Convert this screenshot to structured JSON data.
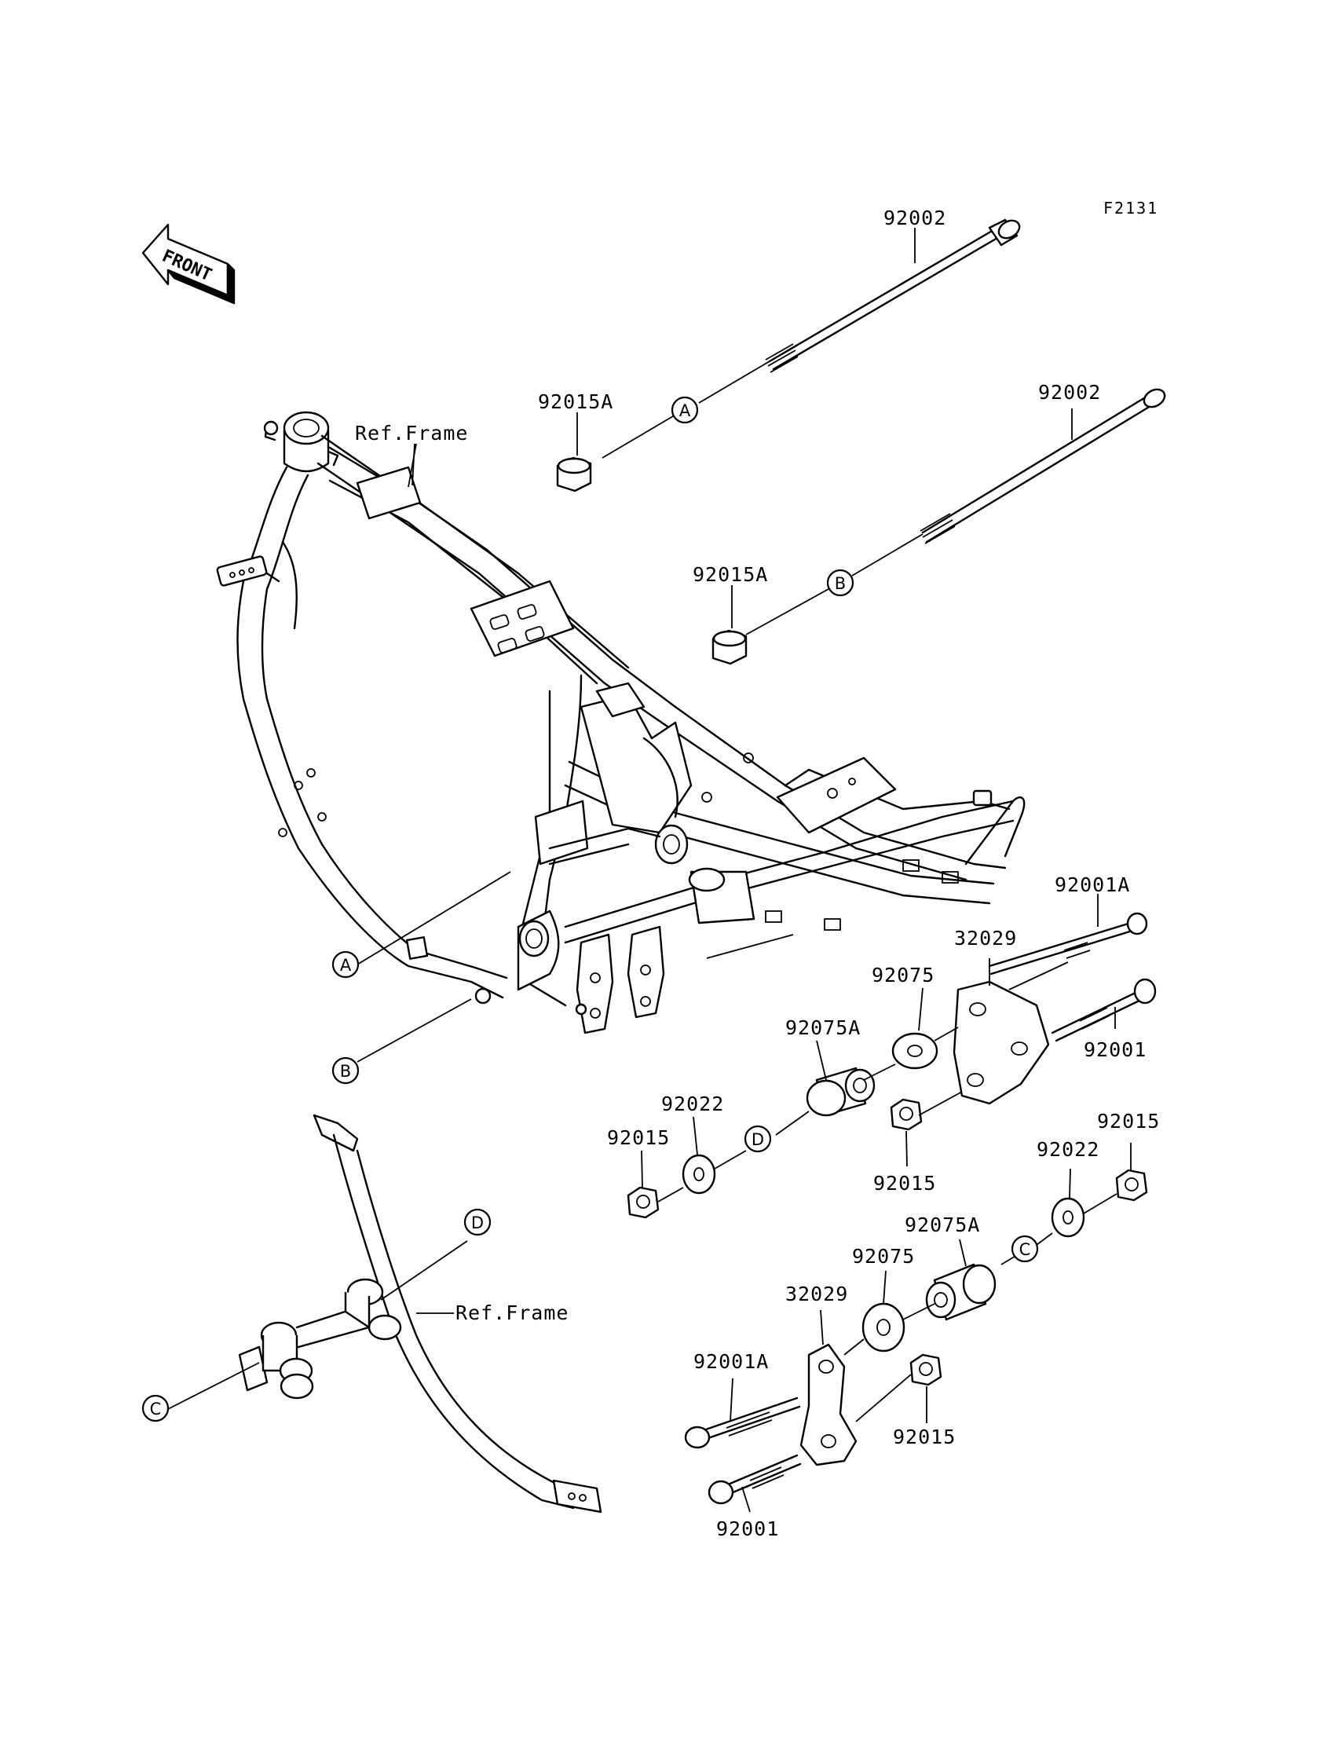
{
  "figure_code": "F2131",
  "front_label": "FRONT",
  "ref_frame_top": "Ref.Frame",
  "ref_frame_bottom": "Ref.Frame",
  "callouts": {
    "A": "A",
    "B": "B",
    "C": "C",
    "D": "D"
  },
  "parts": {
    "bolt_92002_upper": "92002",
    "bolt_92002_lower": "92002",
    "nut_92015A_upper": "92015A",
    "nut_92015A_lower": "92015A",
    "bolt_92001A_right": "92001A",
    "bracket_32029_right": "32029",
    "bolt_92001_right": "92001",
    "collar_92075_right": "92075",
    "bushing_92075A_right": "92075A",
    "washer_92022_left": "92022",
    "nut_92015_left": "92015",
    "nut_92015_mid": "92015",
    "nut_92015_right": "92015",
    "washer_92022_right": "92022",
    "bushing_92075A_lower": "92075A",
    "collar_92075_lower": "92075",
    "bracket_32029_lower": "32029",
    "bolt_92001A_lower": "92001A",
    "nut_92015_lower": "92015",
    "bolt_92001_lower": "92001"
  }
}
